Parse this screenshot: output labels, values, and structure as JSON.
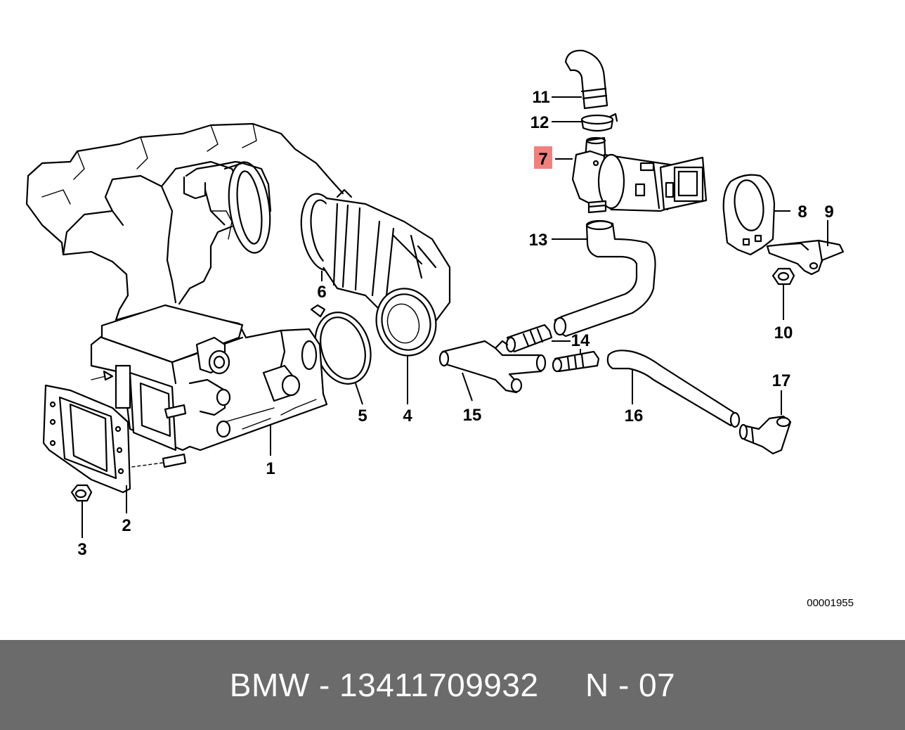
{
  "colors": {
    "background": "#ffffff",
    "line_art": "#000000",
    "highlight": "#f08080",
    "footer_bar": "#6b6b6b",
    "footer_text": "#ffffff"
  },
  "diagram": {
    "callouts": {
      "c1": "1",
      "c2": "2",
      "c3": "3",
      "c4": "4",
      "c5": "5",
      "c6": "6",
      "c7": "7",
      "c8": "8",
      "c9": "9",
      "c10": "10",
      "c11": "11",
      "c12": "12",
      "c13": "13",
      "c14": "14",
      "c15": "15",
      "c16": "16",
      "c17": "17"
    },
    "highlighted_callout": "7",
    "reference_code": "00001955"
  },
  "footer": {
    "text": "BMW - 13411709932     N - 07"
  }
}
